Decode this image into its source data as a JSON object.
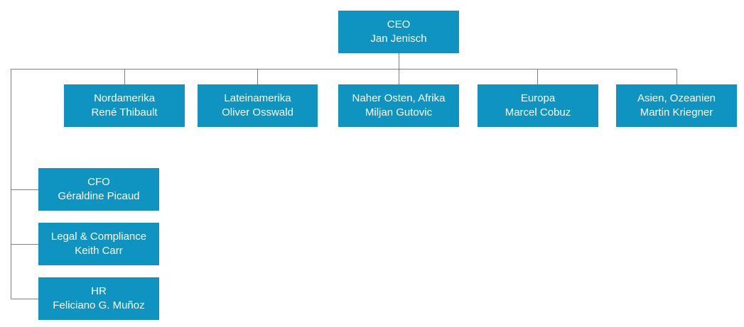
{
  "org_chart": {
    "ceo": {
      "role": "CEO",
      "name": "Jan Jenisch"
    },
    "regions": [
      {
        "role": "Nordamerika",
        "name": "René Thibault"
      },
      {
        "role": "Lateinamerika",
        "name": "Oliver Osswald"
      },
      {
        "role": "Naher Osten, Afrika",
        "name": "Miljan Gutovic"
      },
      {
        "role": "Europa",
        "name": "Marcel Cobuz"
      },
      {
        "role": "Asien, Ozeanien",
        "name": "Martin Kriegner"
      }
    ],
    "functions": [
      {
        "role": "CFO",
        "name": "Géraldine Picaud"
      },
      {
        "role": "Legal & Compliance",
        "name": "Keith Carr"
      },
      {
        "role": "HR",
        "name": "Feliciano G. Muñoz"
      }
    ]
  },
  "colors": {
    "box": "#0f94c2",
    "text": "#ffffff",
    "connector": "#7f7f7f",
    "background": "#ffffff"
  }
}
